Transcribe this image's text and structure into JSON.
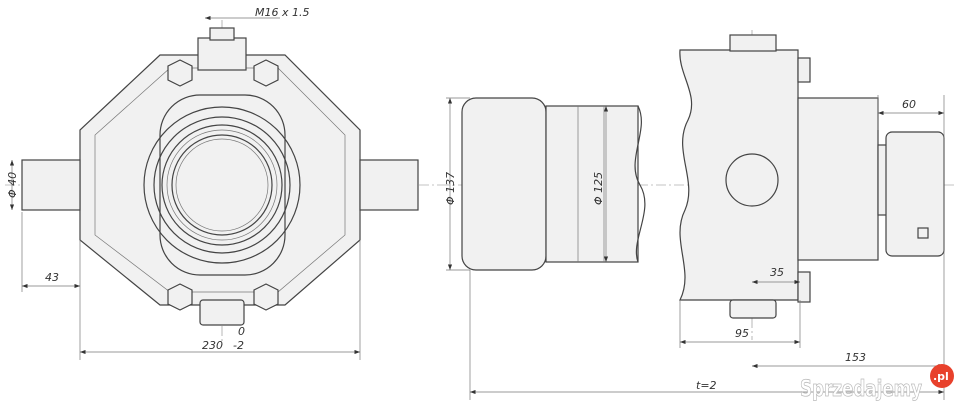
{
  "dimensions": {
    "thread": "M16 x 1.5",
    "shaft_diameter": "Φ 40",
    "shaft_length": "43",
    "overall_width": "230",
    "overall_width_tol_upper": "0",
    "overall_width_tol_lower": "-2",
    "cap_diameter": "Φ 137",
    "tube_diameter": "Φ 125",
    "end_length": "60",
    "boss_offset": "35",
    "body_length": "95",
    "pivot_to_end": "153",
    "total_length": "t=2"
  },
  "watermark": {
    "text": "Sprzedajemy",
    "badge": ".pl",
    "badge_color": "#e8412c"
  }
}
